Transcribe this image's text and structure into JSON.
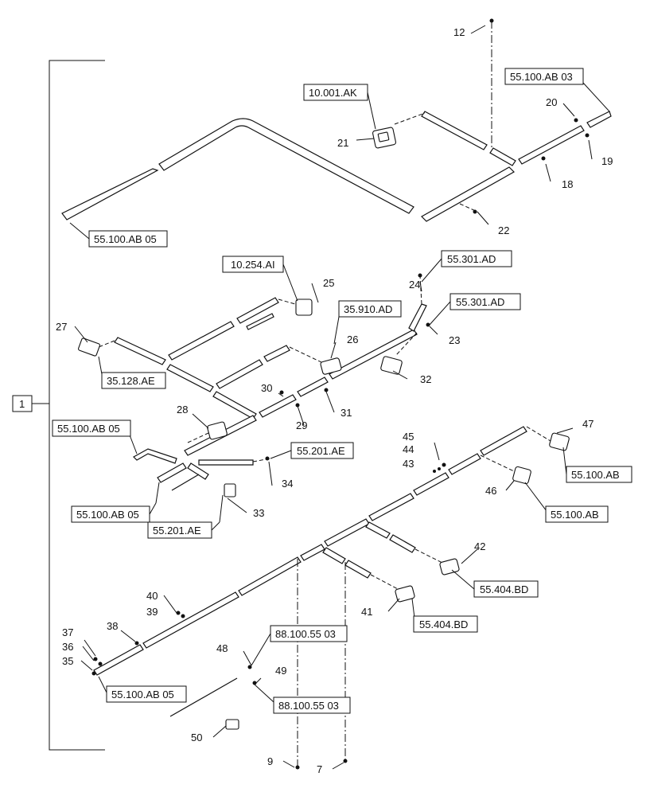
{
  "item_numbers": {
    "n1": "1",
    "n7": "7",
    "n9": "9",
    "n12": "12",
    "n18": "18",
    "n19": "19",
    "n20": "20",
    "n21": "21",
    "n22": "22",
    "n23": "23",
    "n24": "24",
    "n25": "25",
    "n26": "26",
    "n27": "27",
    "n28": "28",
    "n29": "29",
    "n30": "30",
    "n31": "31",
    "n32": "32",
    "n33": "33",
    "n34": "34",
    "n35": "35",
    "n36": "36",
    "n37": "37",
    "n38": "38",
    "n39": "39",
    "n40": "40",
    "n41": "41",
    "n42": "42",
    "n43": "43",
    "n44": "44",
    "n45": "45",
    "n46": "46",
    "n47": "47",
    "n48": "48",
    "n49": "49",
    "n50": "50"
  },
  "reference_boxes": {
    "r1": "55.100.AB 03",
    "r2": "10.001.AK",
    "r3": "55.100.AB 05",
    "r4": "10.254.AI",
    "r5": "55.301.AD",
    "r6": "55.301.AD",
    "r7": "35.910.AD",
    "r8": "35.128.AE",
    "r9": "55.100.AB 05",
    "r10": "55.201.AE",
    "r11": "55.100.AB 05",
    "r12": "55.201.AE",
    "r13": "55.100.AB",
    "r14": "55.100.AB",
    "r15": "55.404.BD",
    "r16": "55.404.BD",
    "r17": "88.100.55 03",
    "r18": "88.100.55 03",
    "r19": "55.100.AB 05"
  }
}
